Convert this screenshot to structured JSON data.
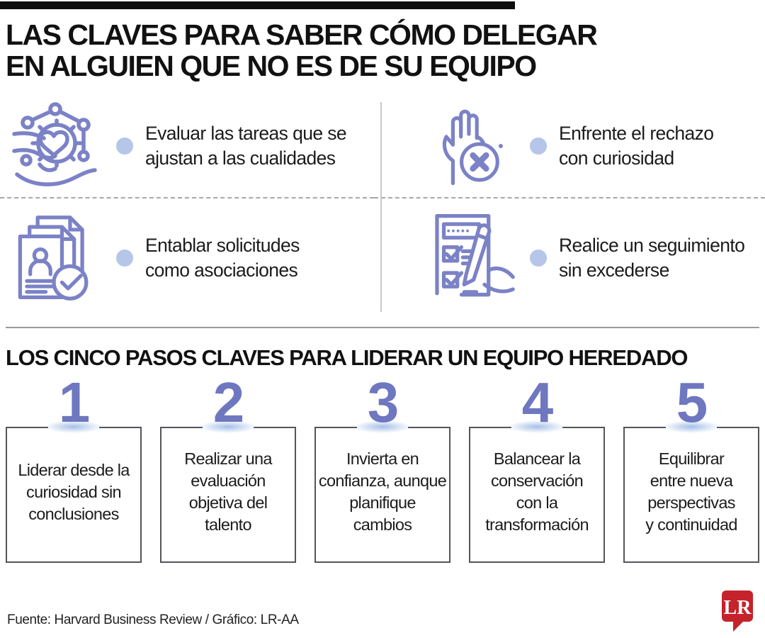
{
  "meta": {
    "accent_purple": "#7b82c6",
    "number_purple": "#6e77bf",
    "bullet_blue": "#b5c6e8",
    "border_gray": "#54555a",
    "logo_red": "#c5232b"
  },
  "header": {
    "title": "LAS CLAVES PARA SABER CÓMO DELEGAR\nEN ALGUIEN QUE NO ES DE SU EQUIPO"
  },
  "keys": {
    "items": [
      {
        "icon": "hand-heart-network-icon",
        "text": "Evaluar las tareas que se\najustan a las cualidades"
      },
      {
        "icon": "reject-hand-icon",
        "text": "Enfrente el rechazo\ncon curiosidad"
      },
      {
        "icon": "applications-documents-icon",
        "text": "Entablar solicitudes\ncomo asociaciones"
      },
      {
        "icon": "checklist-pencil-icon",
        "text": "Realice un seguimiento\nsin excederse"
      }
    ]
  },
  "steps": {
    "title": "LOS CINCO PASOS CLAVES PARA LIDERAR UN EQUIPO HEREDADO",
    "items": [
      {
        "number": "1",
        "text": "Liderar desde la\ncuriosidad sin\nconclusiones"
      },
      {
        "number": "2",
        "text": "Realizar una\nevaluación\nobjetiva del\ntalento"
      },
      {
        "number": "3",
        "text": "Invierta en\nconfianza, aunque\nplanifique\ncambios"
      },
      {
        "number": "4",
        "text": "Balancear la\nconservación\ncon la\ntransformación"
      },
      {
        "number": "5",
        "text": "Equilibrar\nentre nueva\nperspectivas\ny continuidad"
      }
    ]
  },
  "footer": {
    "source": "Fuente: Harvard Business Review / Gráfico: LR-AA",
    "logo_text": "LR"
  }
}
